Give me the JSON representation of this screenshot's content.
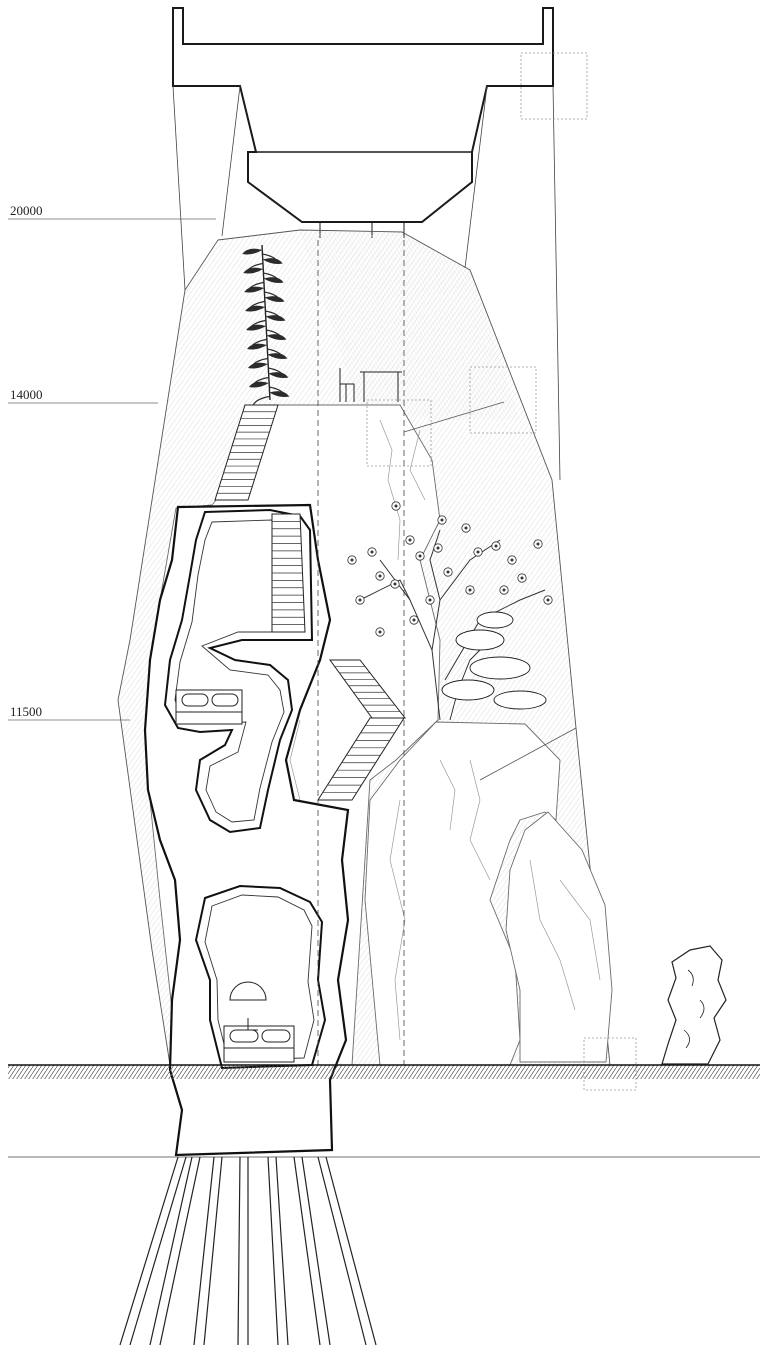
{
  "levels": [
    {
      "label": "20000"
    },
    {
      "label": "14000"
    },
    {
      "label": "11500"
    }
  ],
  "colors": {
    "line": "#1a1a1a",
    "hatch": "#bdbdbd",
    "detail": "#9a9a9a",
    "background": "#ffffff"
  },
  "icons": [
    "bamboo-plant-icon",
    "chair-icon",
    "table-icon",
    "plum-tree-icon",
    "pine-bonsai-icon",
    "bed-icon",
    "hanging-chair-icon",
    "scholar-rock-icon"
  ]
}
